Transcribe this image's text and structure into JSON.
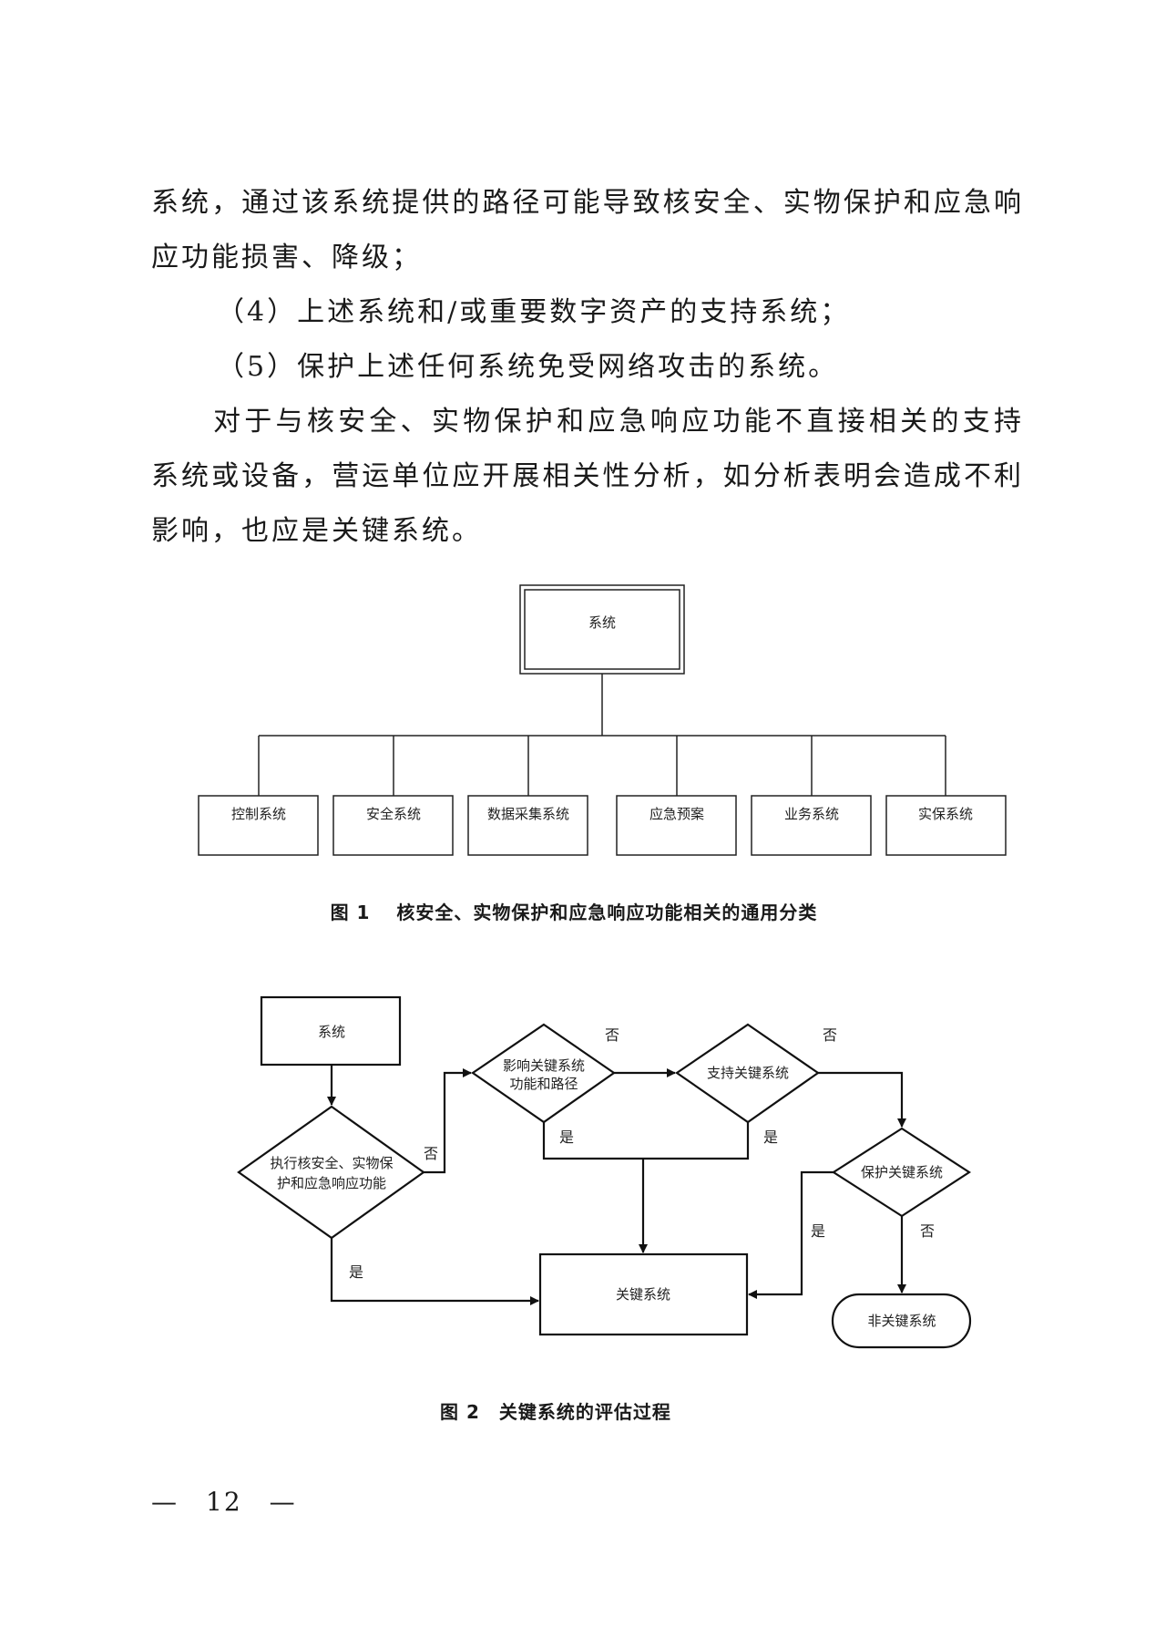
{
  "paragraphs": {
    "p1": "系统，通过该系统提供的路径可能导致核安全、实物保护和应急响应功能损害、降级；",
    "p2": "（4）上述系统和/或重要数字资产的支持系统；",
    "p3": "（5）保护上述任何系统免受网络攻击的系统。",
    "p4": "对于与核安全、实物保护和应急响应功能不直接相关的支持系统或设备，营运单位应开展相关性分析，如分析表明会造成不利影响，也应是关键系统。"
  },
  "figure1": {
    "root": "系统",
    "children": [
      "控制系统",
      "安全系统",
      "数据采集系统",
      "应急预案",
      "业务系统",
      "实保系统"
    ],
    "caption": "图 1　 核安全、实物保护和应急响应功能相关的通用分类"
  },
  "figure2": {
    "start": "系统",
    "decision_perform": [
      "执行核安全、实物保",
      "护和应急响应功能"
    ],
    "decision_affect": [
      "影响关键系统",
      "功能和路径"
    ],
    "decision_support": "支持关键系统",
    "decision_protect": "保护关键系统",
    "critical": "关键系统",
    "non_critical": "非关键系统",
    "yes": "是",
    "no": "否",
    "caption": "图 2　关键系统的评估过程"
  },
  "page_number": "—　12　—"
}
